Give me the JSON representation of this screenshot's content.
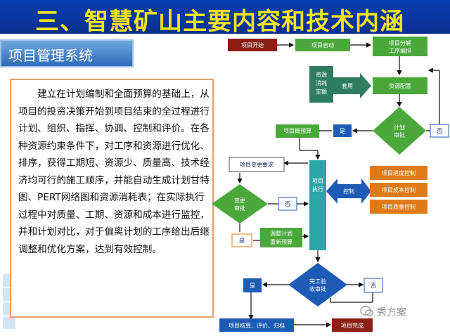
{
  "header": {
    "title": "三、智慧矿山主要内容和技术内涵"
  },
  "section": {
    "title": "项目管理系统"
  },
  "description": "建立在计划编制和全面预算的基础上，从项目的投资决策开始到项目结束的全过程进行计划、组织、指挥、协调、控制和评价。在各种资源约束条件下，对工序和资源进行优化、排序，获得工期短、资源少、质量高、技术经济均可行的施工顺序，并能自动生成计划甘特图、PERT网络图和资源消耗表；在实际执行过程中对质量、工期、资源和成本进行监控，并和计划对比，对于偏离计划的工序给出后继调整和优化方案，达到有效控制。",
  "flow": {
    "start": "项目开始",
    "launch": "项目启动",
    "analyze_1": "项目分解",
    "analyze_2": "工序编排",
    "resource_1": "资源",
    "resource_2": "消耗",
    "resource_3": "定额",
    "apply": "套用",
    "alloc": "资源配置",
    "plan_review_1": "计划",
    "plan_review_2": "审批",
    "yes": "是",
    "no": "否",
    "budget": "项目概预算",
    "change_req": "项目变更要求",
    "exec_1": "项目",
    "exec_2": "执行",
    "control": "控制",
    "progress_ctrl": "项目进度控制",
    "cost_ctrl": "项目成本控制",
    "quality_ctrl": "项目质量控制",
    "change_review_1": "变更",
    "change_review_2": "审批",
    "adjust_1": "调整计划",
    "adjust_2": "重新预算",
    "accept_1": "完工验",
    "accept_2": "收审批",
    "settle": "项目核算、评价、归档",
    "done": "项目完成"
  },
  "watermark": "秀方案",
  "colors": {
    "title_bg": "#0a2f8e",
    "title_text": "#f5e51a",
    "dark_red": "#8b1f14",
    "green": "#4aa83a",
    "dark_green": "#2f7d5f",
    "orange": "#e07a18",
    "blue": "#1d5bb6",
    "teal": "#2aa6a6"
  }
}
